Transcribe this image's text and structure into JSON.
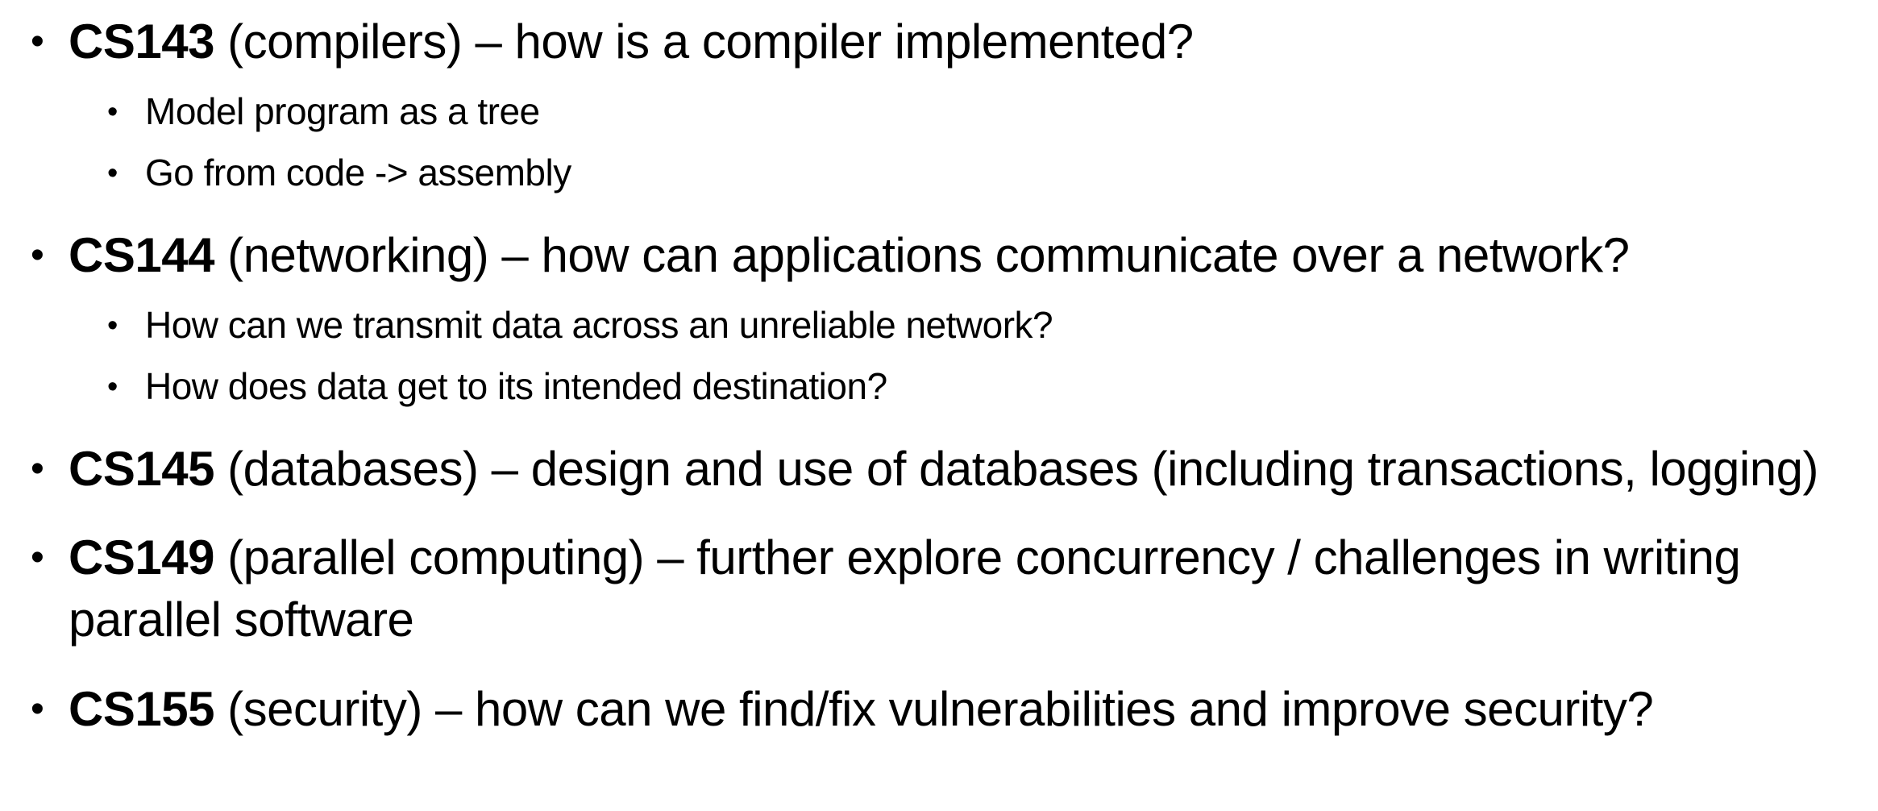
{
  "slide": {
    "background": "#ffffff",
    "text_color": "#000000",
    "bullet_glyph": "•",
    "bullets": [
      {
        "course": "CS143",
        "rest": " (compilers) – how is a compiler implemented?",
        "sub": [
          "Model program as a tree",
          "Go from code -> assembly"
        ]
      },
      {
        "course": "CS144",
        "rest": " (networking) – how can applications communicate over a network?",
        "sub": [
          "How can we transmit data across an unreliable network?",
          "How does data get to its intended destination?"
        ]
      },
      {
        "course": "CS145",
        "rest": " (databases) – design and use of databases (including transactions, logging)",
        "sub": []
      },
      {
        "course": "CS149",
        "rest": " (parallel computing) – further explore concurrency / challenges in writing parallel software",
        "sub": []
      },
      {
        "course": "CS155",
        "rest": " (security) – how can we find/fix vulnerabilities and improve security?",
        "sub": []
      }
    ]
  }
}
